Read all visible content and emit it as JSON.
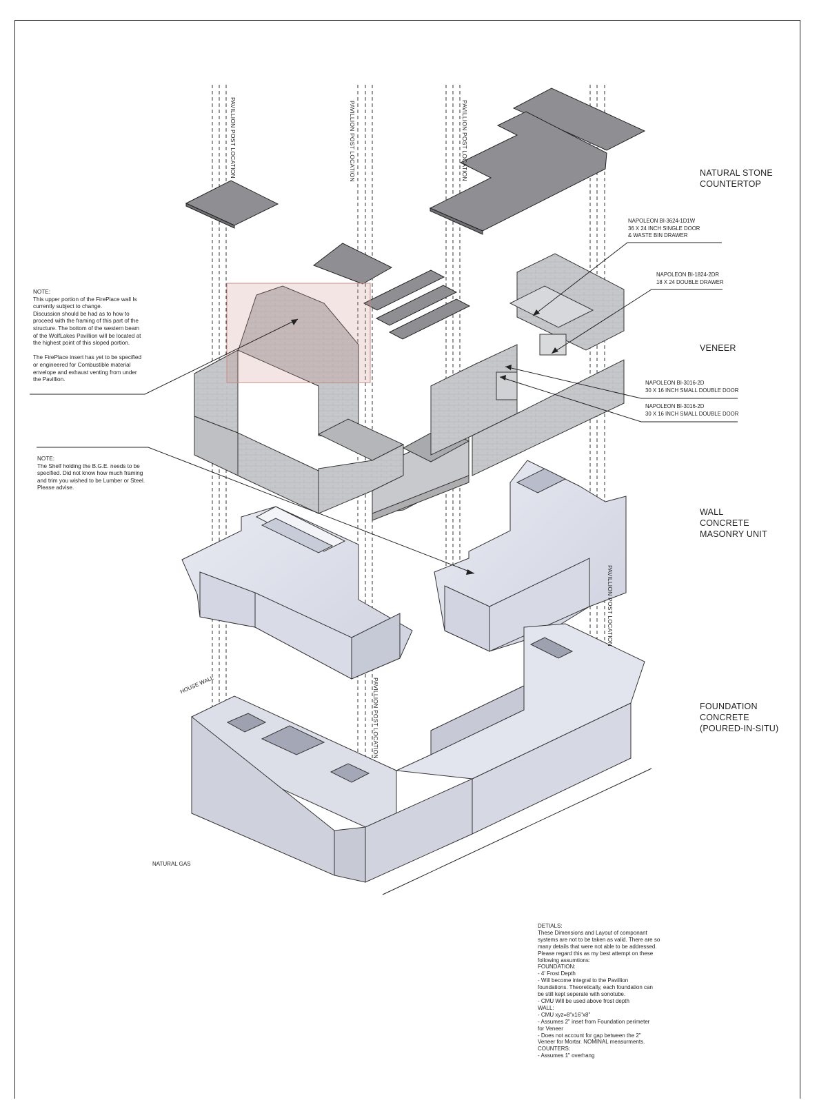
{
  "labels": {
    "countertop": [
      "NATURAL STONE",
      "COUNTERTOP"
    ],
    "veneer": [
      "VENEER"
    ],
    "wall": [
      "WALL",
      "CONCRETE",
      "MASONRY UNIT"
    ],
    "foundation": [
      "FOUNDATION",
      "CONCRETE",
      "(POURED-IN-SITU)"
    ]
  },
  "pavilion_post_label": "PAVILLION POST LOCATION",
  "house_wall_label": "HOUSE WALL",
  "natural_gas_label": "NATURAL GAS",
  "products": [
    {
      "model": "NAPOLEON BI-3624-1D1W",
      "desc": [
        "36 X 24 INCH SINGLE DOOR",
        "& WASTE BIN DRAWER"
      ]
    },
    {
      "model": "NAPOLEON BI-1824-2DR",
      "desc": [
        "18 X 24 DOUBLE DRAWER"
      ]
    },
    {
      "model": "NAPOLEON BI-3016-2D",
      "desc": [
        "30 X 16 INCH SMALL DOUBLE DOOR"
      ]
    },
    {
      "model": "NAPOLEON BI-3016-2D",
      "desc": [
        "30 X 16 INCH SMALL DOUBLE DOOR"
      ]
    }
  ],
  "notes": {
    "fireplace": "NOTE:\nThis upper portion of the FirePlace wall Is\ncurrently subject to change.\nDiscussion should be had as to how to\nproceed with the framing of this part of the\nstructure. The bottom of the western beam\nof the WolfLakes Pavillion will be located at\nthe highest point of this sloped portion.\n\nThe FirePlace insert has yet to be specified\nor engineered for Combustible material\nenvelope and exhaust venting from under\nthe Pavillion.",
    "shelf": "NOTE:\nThe Shelf holding the B.G.E. needs to be\nspecified. Did not know how much framing\nand trim you wished to be Lumber or Steel.\nPlease advise."
  },
  "details": "DETIALS:\nThese Dimensions and Layout of componant\nsystems are not to be taken as valid. There are so\nmany details that were not able to be addressed.\nPlease regard this as my best attempt on these\nfollowing assumtions:\nFOUNDATION:\n- 4' Frost Depth\n- Will become integral to the Pavillion\nfoundations. Theoretically, each foundation can\nbe still kept seperate with sonotube.\n- CMU Will be used above frost depth\nWALL:\n- CMU xyz=8\"x16\"x8\"\n- Assumes 2\" inset from Foundation perimeter\nfor Veneer\n- Does not account for gap between the 2\"\nVeneer for Mortar. NOMINAL measurments.\nCOUNTERS:\n- Assumes 1\" overhang",
  "colors": {
    "stone": "#8f8f93",
    "veneer": "#c4c5c8",
    "cmu": "#dfe1ec",
    "foundation": "#d4d6e0",
    "highlight": "#c98a86",
    "line": "#2a2a2a"
  }
}
